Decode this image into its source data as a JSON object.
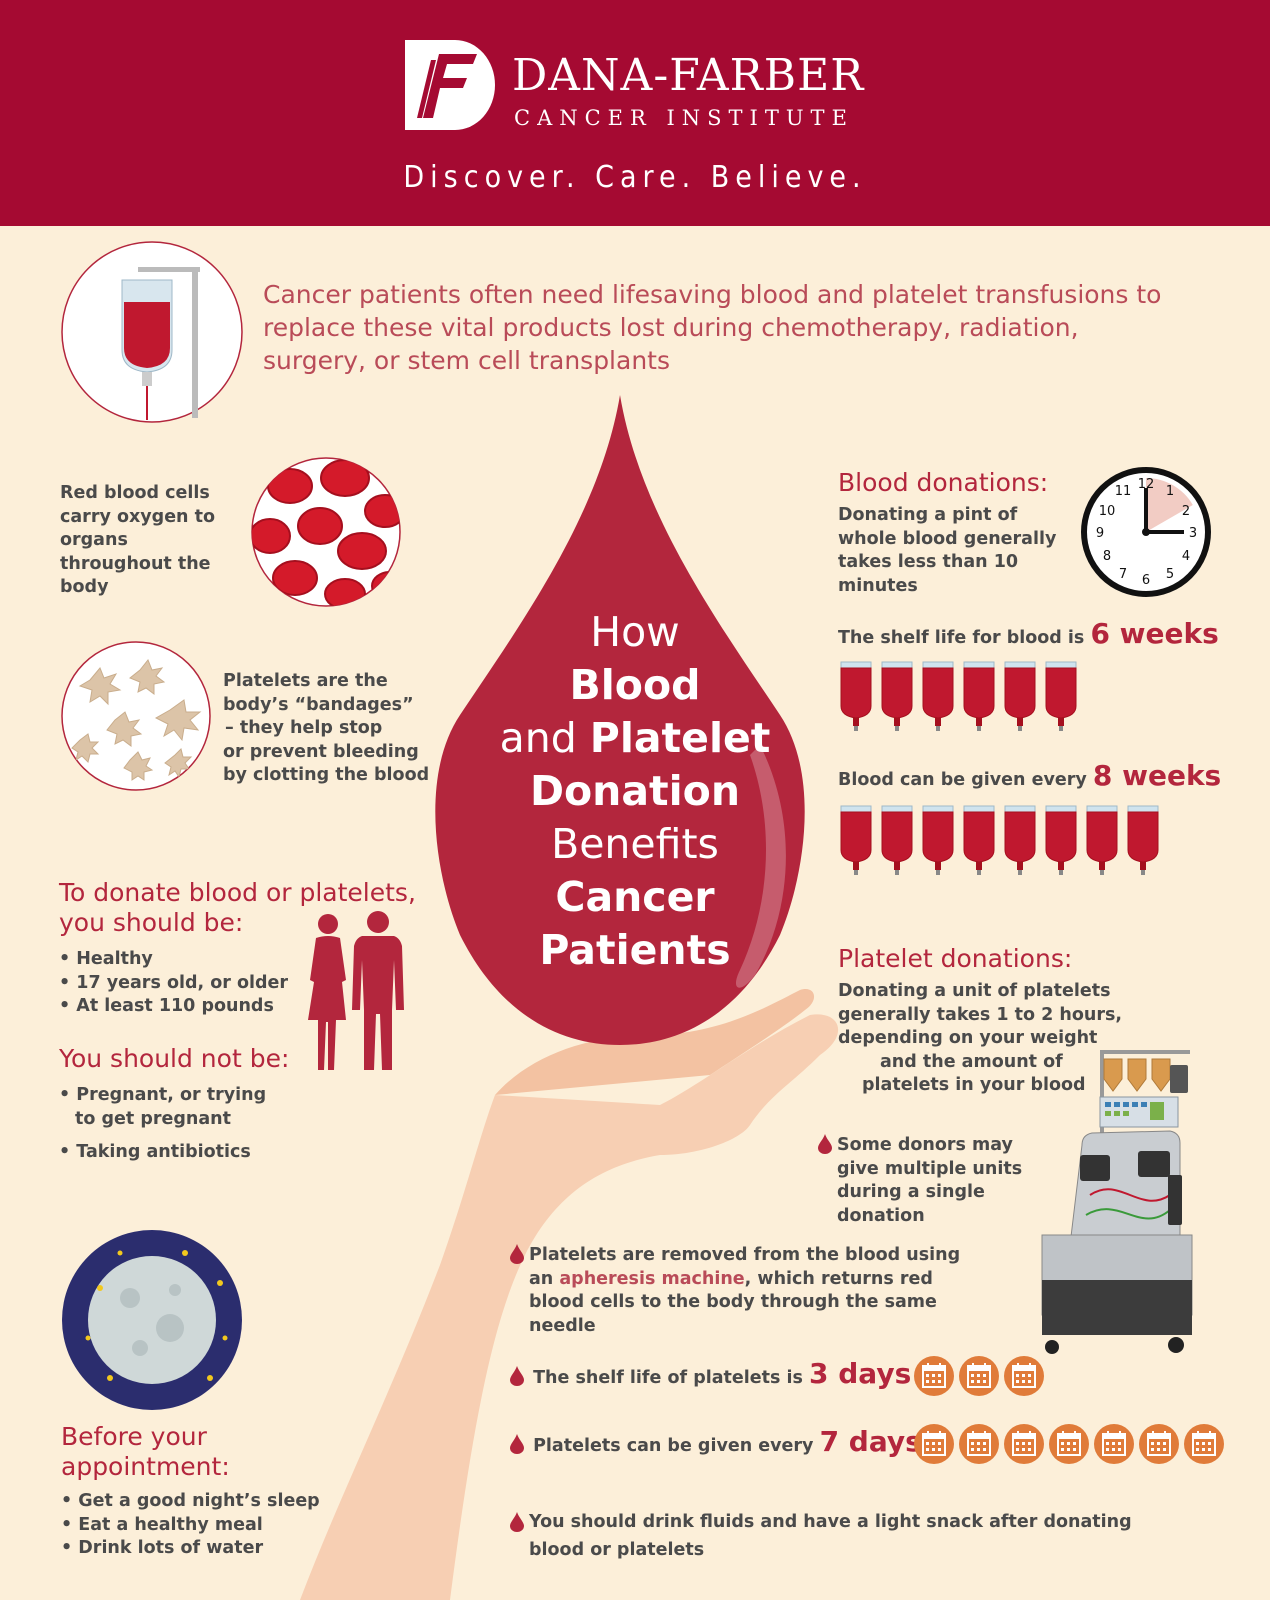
{
  "header": {
    "brand_name": "DANA-FARBER",
    "brand_sub": "CANCER INSTITUTE",
    "tagline": "Discover. Care. Believe."
  },
  "intro": "Cancer patients often need lifesaving blood and platelet transfusions to replace these vital products lost during chemotherapy, radiation, surgery, or stem cell transplants",
  "red_cells": "Red blood cells carry oxygen to organs throughout the body",
  "platelets": {
    "line1": "Platelets are the",
    "line2": "body’s “bandages”",
    "line3": "– they help stop",
    "line4": "or prevent bleeding",
    "line5": "by clotting the blood"
  },
  "center_title": {
    "how": "How",
    "blood": "Blood",
    "and": "and",
    "platelet": "Platelet",
    "donation": "Donation",
    "benefits": "Benefits",
    "cancer": "Cancer",
    "patients": "Patients"
  },
  "blood_donations": {
    "heading": "Blood donations:",
    "text": "Donating a pint of whole blood generally takes less than 10 minutes",
    "shelf_label": "The shelf life for blood is",
    "shelf_value": "6 weeks",
    "shelf_count": 6,
    "every_label": "Blood can be given every",
    "every_value": "8 weeks",
    "every_count": 8
  },
  "clock": {
    "numbers": [
      "12",
      "1",
      "2",
      "3",
      "4",
      "5",
      "6",
      "7",
      "8",
      "9",
      "10",
      "11"
    ]
  },
  "eligibility": {
    "heading": "To donate blood or platelets, you should be:",
    "should_be": [
      "Healthy",
      "17 years old, or older",
      "At least 110 pounds"
    ],
    "not_heading": "You should not be:",
    "not_be_1": "Pregnant, or trying to get pregnant",
    "not_be_2": "Taking antibiotics"
  },
  "platelet_donations": {
    "heading": "Platelet donations:",
    "line1": "Donating a unit of platelets",
    "line2": "generally takes 1 to 2 hours,",
    "line3": "depending on your weight",
    "line4": "and the amount of",
    "line5": "platelets in your blood",
    "multi": "Some donors may give multiple units during a single donation"
  },
  "apheresis": {
    "pre": "Platelets are removed from the blood using an",
    "link": "apheresis machine",
    "post": ", which returns red blood cells to the body through the same needle"
  },
  "platelet_shelf": {
    "label": "The shelf life of platelets is",
    "value": "3 days",
    "count": 3
  },
  "platelet_every": {
    "label": "Platelets can be given every",
    "value": "7 days",
    "count": 7
  },
  "fluids": "You should drink fluids and have a light snack after donating blood or platelets",
  "before": {
    "heading": "Before your appointment:",
    "items": [
      "Get a good night’s sleep",
      "Eat a healthy meal",
      "Drink lots of water"
    ]
  },
  "colors": {
    "brand": "#a50a32",
    "blood": "#b3263d",
    "accent_orange": "#e07b39",
    "background": "#fcefd9"
  }
}
